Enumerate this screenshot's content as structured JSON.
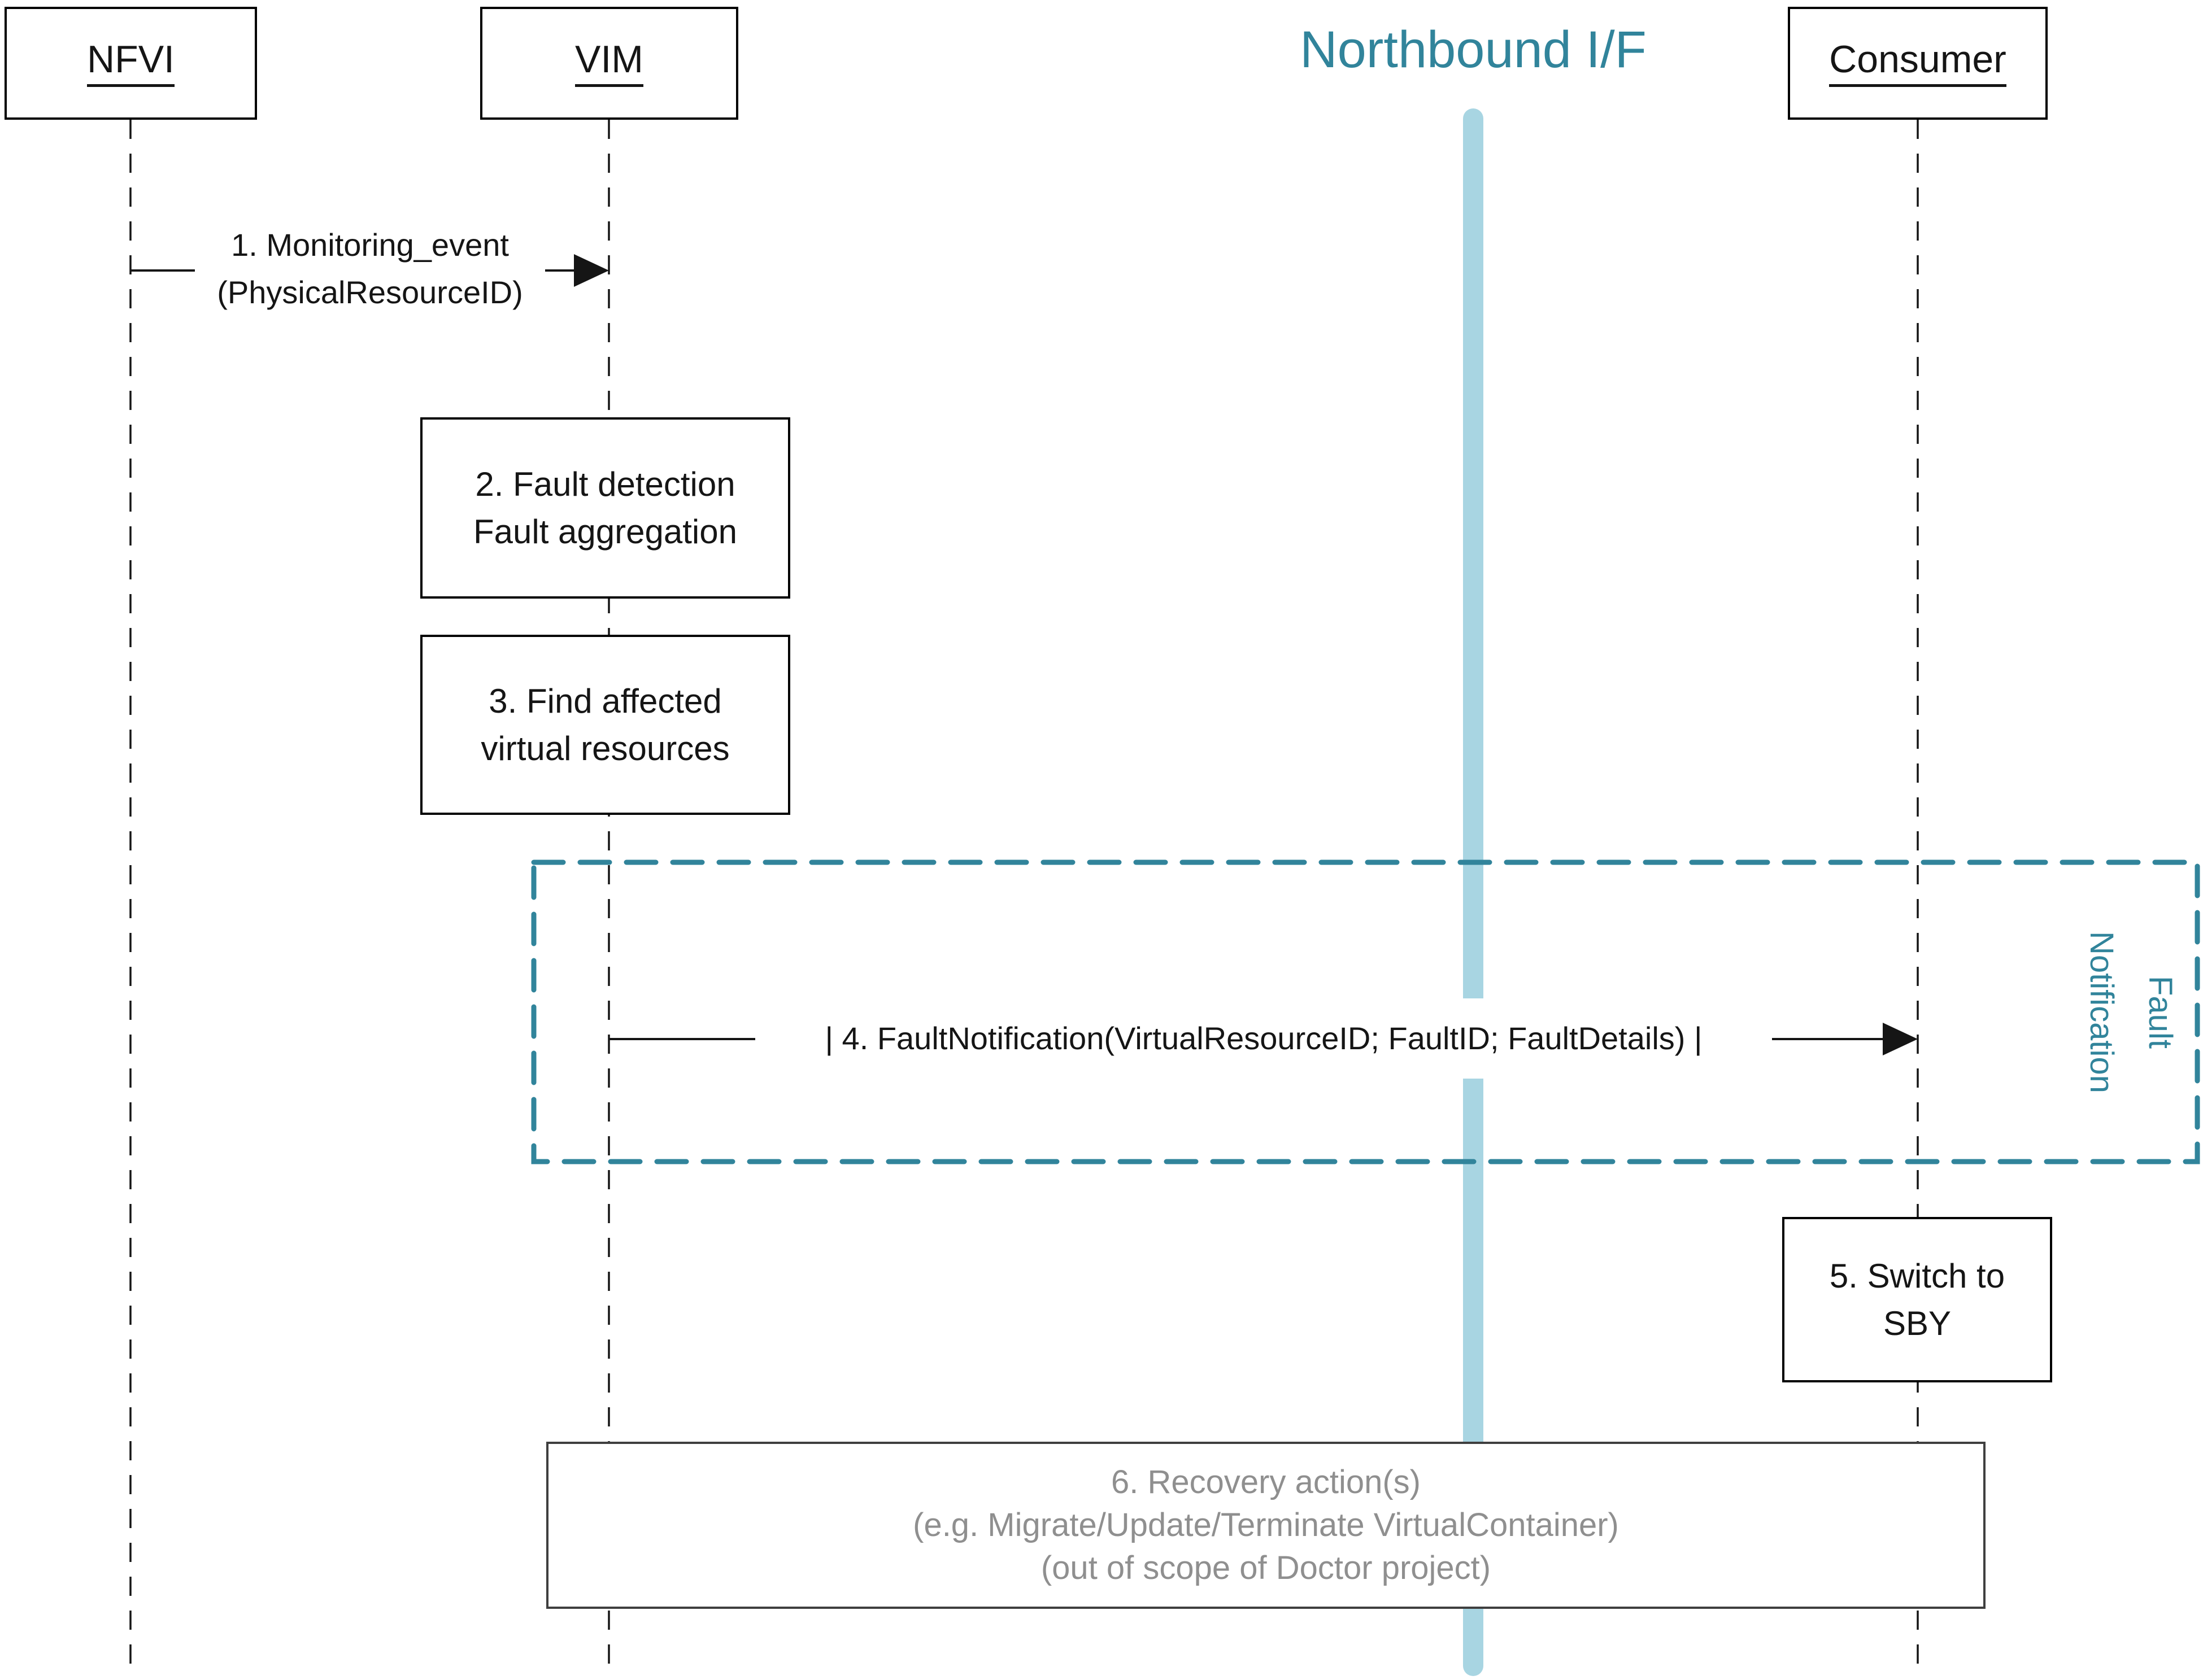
{
  "title": {
    "text": "Northbound I/F"
  },
  "actors": [
    {
      "label": "NFVI"
    },
    {
      "label": "VIM"
    },
    {
      "label": "Consumer"
    }
  ],
  "messages": {
    "m1": {
      "line1": "1. Monitoring_event",
      "line2": "(PhysicalResourceID)"
    },
    "m4": {
      "text": "| 4. FaultNotification(VirtualResourceID; FaultID; FaultDetails) |"
    }
  },
  "steps": {
    "s2": {
      "line1": "2. Fault detection",
      "line2": "Fault aggregation"
    },
    "s3": {
      "line1": "3. Find affected",
      "line2": "virtual resources"
    },
    "s5": {
      "line1": "5. Switch to",
      "line2": "SBY"
    },
    "s6": {
      "line1": "6. Recovery action(s)",
      "line2": "(e.g. Migrate/Update/Terminate VirtualContainer)",
      "line3": "(out of scope of Doctor project)"
    }
  },
  "frame": {
    "line1": "Fault",
    "line2": "Notification"
  },
  "colors": {
    "teal": "#31849B",
    "bar_blue": "#A8D5E2",
    "gray_text": "#8F8F8F",
    "gray_border": "#3F3F3F",
    "line_black": "#151515"
  }
}
